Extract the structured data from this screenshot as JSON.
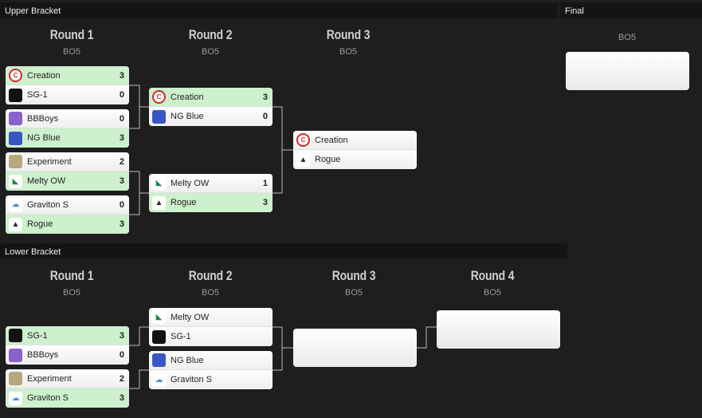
{
  "upper": {
    "title": "Upper Bracket",
    "rounds": [
      {
        "title": "Round 1",
        "bo": "BO5"
      },
      {
        "title": "Round 2",
        "bo": "BO5"
      },
      {
        "title": "Round 3",
        "bo": "BO5"
      }
    ],
    "matches": [
      {
        "t1": "Creation",
        "s1": "3",
        "t2": "SG-1",
        "s2": "0"
      },
      {
        "t1": "BBBoys",
        "s1": "0",
        "t2": "NG Blue",
        "s2": "3"
      },
      {
        "t1": "Experiment",
        "s1": "2",
        "t2": "Melty OW",
        "s2": "3"
      },
      {
        "t1": "Graviton S",
        "s1": "0",
        "t2": "Rogue",
        "s2": "3"
      },
      {
        "t1": "Creation",
        "s1": "3",
        "t2": "NG Blue",
        "s2": "0"
      },
      {
        "t1": "Melty OW",
        "s1": "1",
        "t2": "Rogue",
        "s2": "3"
      },
      {
        "t1": "Creation",
        "s1": "",
        "t2": "Rogue",
        "s2": ""
      }
    ]
  },
  "final": {
    "title": "Final",
    "bo": "BO5"
  },
  "lower": {
    "title": "Lower Bracket",
    "rounds": [
      {
        "title": "Round 1",
        "bo": "BO5"
      },
      {
        "title": "Round 2",
        "bo": "BO5"
      },
      {
        "title": "Round 3",
        "bo": "BO5"
      },
      {
        "title": "Round 4",
        "bo": "BO5"
      }
    ],
    "matches": [
      {
        "t1": "SG-1",
        "s1": "3",
        "t2": "BBBoys",
        "s2": "0"
      },
      {
        "t1": "Experiment",
        "s1": "2",
        "t2": "Graviton S",
        "s2": "3"
      },
      {
        "t1": "Melty OW",
        "s1": "",
        "t2": "SG-1",
        "s2": ""
      },
      {
        "t1": "NG Blue",
        "s1": "",
        "t2": "Graviton S",
        "s2": ""
      }
    ]
  },
  "icons": {
    "creation": "creation-logo-icon",
    "sg1": "sg1-logo-icon",
    "bbboys": "bbboys-logo-icon",
    "ngblue": "ngblue-logo-icon",
    "experiment": "experiment-logo-icon",
    "melty": "melty-logo-icon",
    "graviton": "graviton-logo-icon",
    "rogue": "rogue-logo-icon"
  },
  "colors": {
    "background": "#1e1e1e",
    "header": "#141414",
    "winner_row": "#cdf0cd",
    "connector": "#bbbbbb"
  }
}
